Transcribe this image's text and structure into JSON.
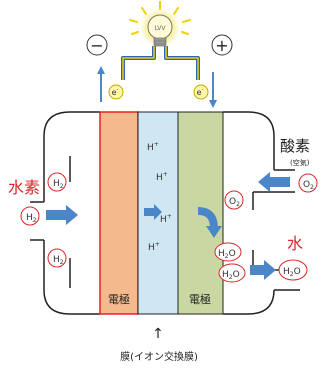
{
  "labels": {
    "minus": "−",
    "plus": "+",
    "bulb": "LVV",
    "electron": "e",
    "electron_sup": "-",
    "hydrogen": "水素",
    "oxygen": "酸素",
    "oxygen_note": "(空気)",
    "water": "水",
    "electrode_left": "電極",
    "electrode_right": "電極",
    "membrane_caption": "膜(イオン交換膜)",
    "arrow_up": "↑"
  },
  "molecules": {
    "h": "H",
    "h2_sub": "2",
    "o": "O",
    "o2_sub": "2",
    "h2o_h": "H",
    "h2o_sub": "2",
    "h2o_o": "O",
    "proton": "H",
    "proton_sup": "+"
  },
  "colors": {
    "electrode_left_fill": "#f4b98d",
    "electrode_left_border": "#e8222a",
    "membrane_fill": "#cfe7f3",
    "electrode_right_fill": "#c9d8a3",
    "arrow_blue": "#4a86c8",
    "wire_blue": "#2d63b8",
    "wire_yellow": "#f2d200",
    "red_text": "#d9262a",
    "bulb_glow": "#f7e866"
  }
}
